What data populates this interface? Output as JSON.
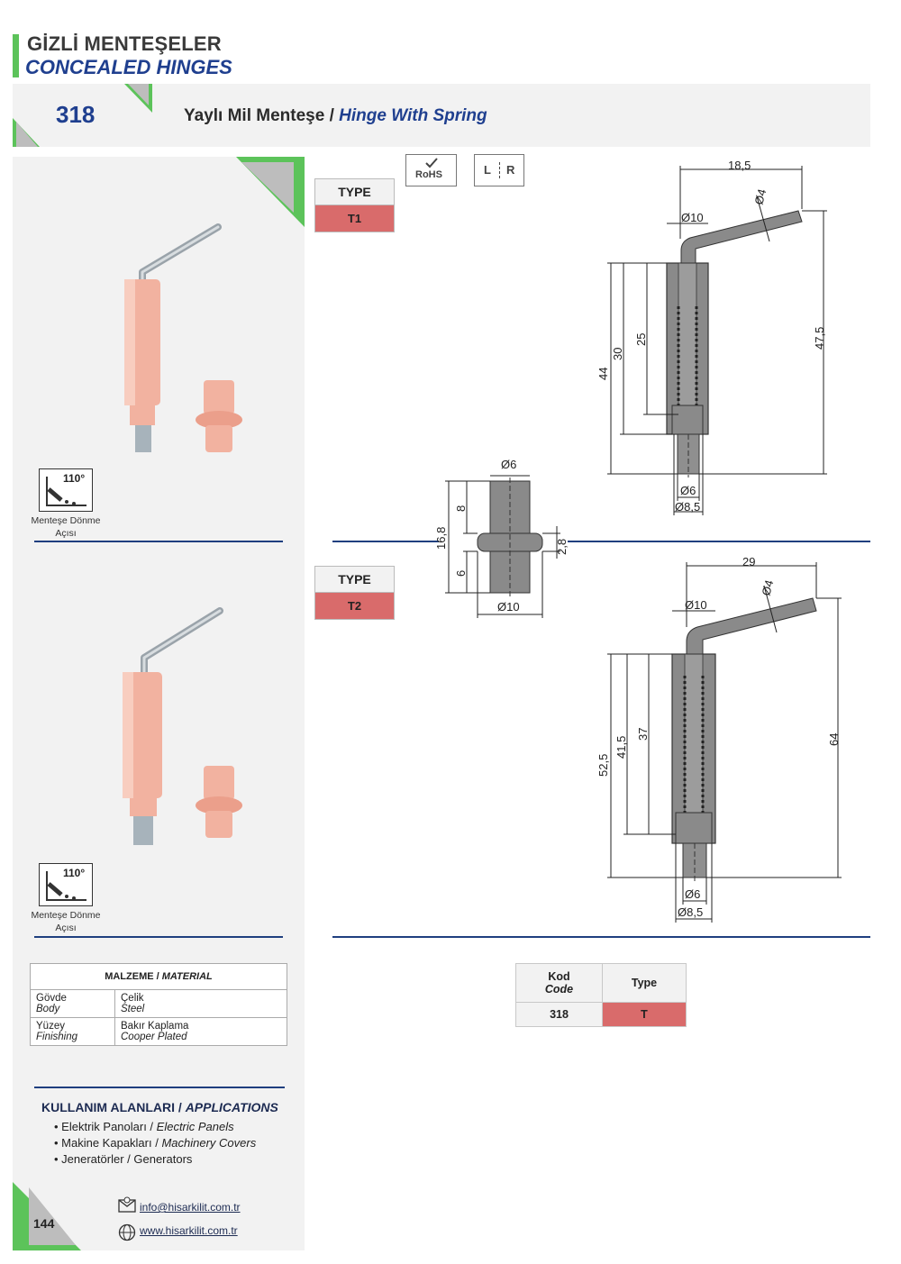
{
  "header": {
    "title_tr": "GİZLİ MENTEŞELER",
    "title_en": "CONCEALED HINGES"
  },
  "product": {
    "code": "318",
    "name_tr": "Yaylı Mil Menteşe",
    "separator": " / ",
    "name_en": "Hinge With Spring"
  },
  "badges": {
    "rohs": "RoHS",
    "left": "L",
    "right": "R"
  },
  "types": [
    {
      "header": "TYPE",
      "value": "T1"
    },
    {
      "header": "TYPE",
      "value": "T2"
    }
  ],
  "rotation": {
    "angle": "110°",
    "label_line1": "Menteşe Dönme",
    "label_line2": "Açısı"
  },
  "dimensions": {
    "t1": {
      "width_top": "18,5",
      "dia_rod": "Ø4",
      "dia_body": "Ø10",
      "h44": "44",
      "h30": "30",
      "h25": "25",
      "h475": "47,5",
      "dia_pin": "Ø6",
      "dia_collar": "Ø8,5"
    },
    "pin": {
      "dia_top": "Ø6",
      "h168": "16,8",
      "h8": "8",
      "h6": "6",
      "h28": "2,8",
      "dia_bottom": "Ø10"
    },
    "t2": {
      "width_top": "29",
      "dia_rod": "Ø4",
      "dia_body": "Ø10",
      "h525": "52,5",
      "h415": "41,5",
      "h37": "37",
      "h64": "64",
      "dia_pin": "Ø6",
      "dia_collar": "Ø8,5"
    }
  },
  "material": {
    "header_tr": "MALZEME",
    "header_sep": " / ",
    "header_en": "MATERIAL",
    "rows": [
      {
        "label_tr": "Gövde",
        "label_en": "Body",
        "value_tr": "Çelik",
        "value_en": "Steel"
      },
      {
        "label_tr": "Yüzey",
        "label_en": "Finishing",
        "value_tr": "Bakır Kaplama",
        "value_en": "Cooper Plated"
      }
    ]
  },
  "code_table": {
    "col1_tr": "Kod",
    "col1_en": "Code",
    "col2": "Type",
    "row_code": "318",
    "row_type": "T"
  },
  "applications": {
    "title_tr": "KULLANIM ALANLARI",
    "title_sep": " / ",
    "title_en": "APPLICATIONS",
    "items": [
      {
        "tr": "• Elektrik Panoları / ",
        "en": "Electric Panels"
      },
      {
        "tr": "• Makine Kapakları / ",
        "en": "Machinery Covers"
      },
      {
        "tr": "• Jeneratörler / Generators",
        "en": ""
      }
    ]
  },
  "contact": {
    "email": "info@hisarkilit.com.tr",
    "web": "www.hisarkilit.com.tr"
  },
  "page": {
    "number": "144"
  },
  "colors": {
    "brand_blue": "#1f3f8f",
    "accent_green": "#5cc35a",
    "type_red": "#d96b6b",
    "copper": "#f2b2a0"
  }
}
